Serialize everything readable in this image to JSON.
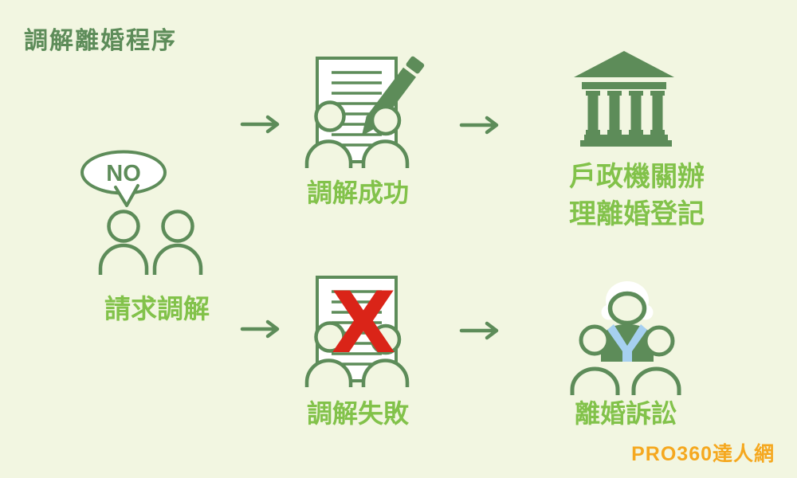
{
  "title": "調解離婚程序",
  "watermark": "PRO360達人網",
  "flow": {
    "start": {
      "bubble_text": "NO",
      "label": "請求調解",
      "icon": "couple-with-no-speech-bubble"
    },
    "mediation_success": {
      "label": "調解成功",
      "icon": "document-pencil-couple"
    },
    "household_registration": {
      "label_line1": "戶政機關辦",
      "label_line2": "理離婚登記",
      "icon": "government-building"
    },
    "mediation_fail": {
      "label": "調解失敗",
      "x_mark": "X",
      "icon": "document-x-couple"
    },
    "divorce_lawsuit": {
      "label": "離婚訴訟",
      "icon": "judge-with-couple"
    }
  },
  "colors": {
    "background": "#f2f6e1",
    "dark_green": "#5d8c59",
    "light_green": "#82c24a",
    "red": "#da2418",
    "orange": "#f5a81f",
    "blue": "#a6d0f0",
    "white": "#ffffff"
  }
}
